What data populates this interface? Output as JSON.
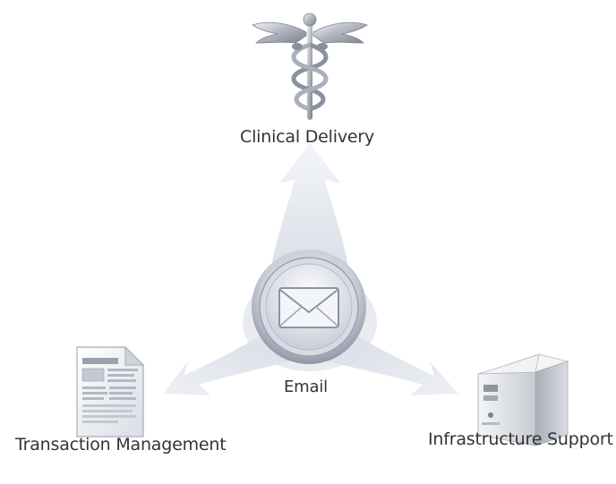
{
  "diagram": {
    "center": {
      "label": "Email",
      "icon": "envelope-icon"
    },
    "nodes": [
      {
        "label": "Clinical Delivery",
        "icon": "caduceus-icon"
      },
      {
        "label": "Transaction Management",
        "icon": "document-icon"
      },
      {
        "label": "Infrastructure Support",
        "icon": "server-tower-icon"
      }
    ]
  },
  "colors": {
    "arrow": "#dfe3ea",
    "text": "#333333",
    "ring_outer": "#a8aebc",
    "ring_inner": "#e9ecf2",
    "metal": "#9aa0aa"
  }
}
